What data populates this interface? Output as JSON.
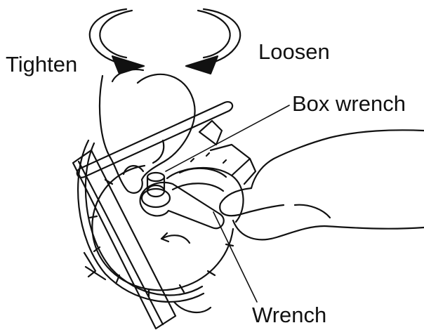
{
  "labels": {
    "tighten": "Tighten",
    "loosen": "Loosen",
    "box_wrench": "Box wrench",
    "wrench": "Wrench"
  },
  "colors": {
    "ink": "#111111",
    "background": "#ffffff"
  }
}
